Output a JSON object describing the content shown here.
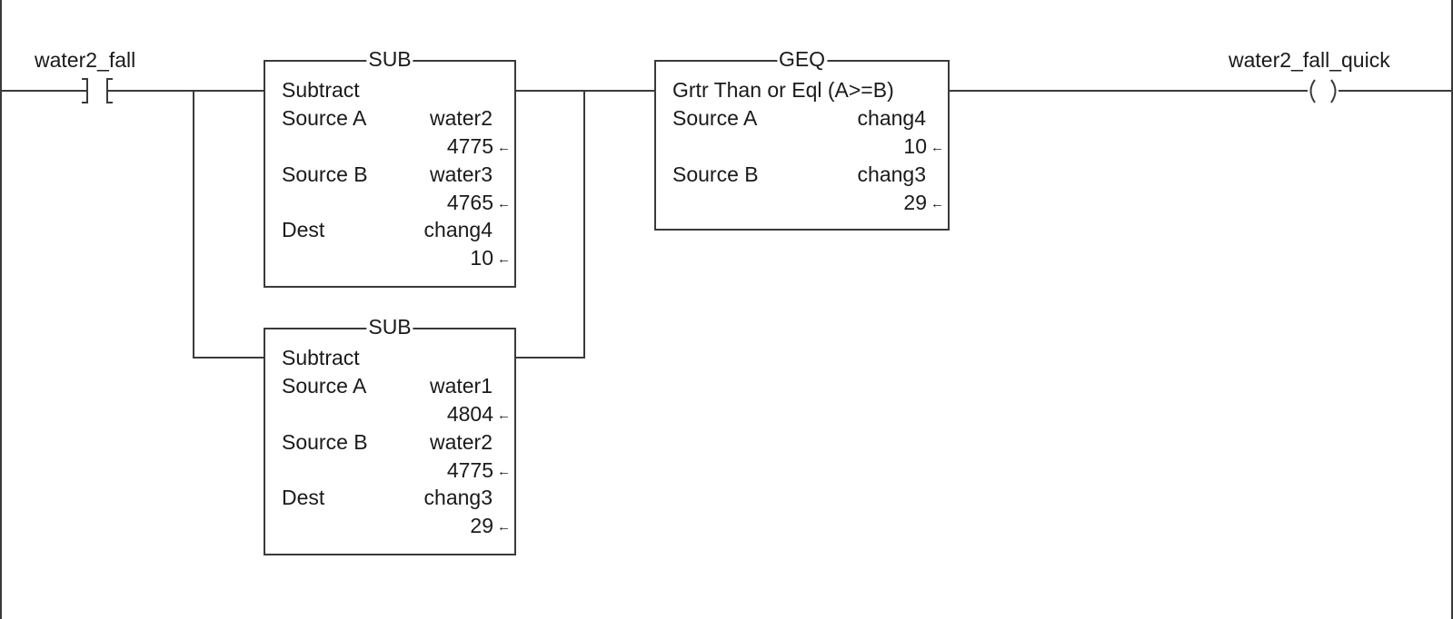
{
  "contact": {
    "tag": "water2_fall"
  },
  "coil": {
    "tag": "water2_fall_quick"
  },
  "sub1": {
    "title": "SUB",
    "description": "Subtract",
    "source_a_label": "Source A",
    "source_a_tag": "water2",
    "source_a_value": "4775",
    "source_b_label": "Source B",
    "source_b_tag": "water3",
    "source_b_value": "4765",
    "dest_label": "Dest",
    "dest_tag": "chang4",
    "dest_value": "10"
  },
  "sub2": {
    "title": "SUB",
    "description": "Subtract",
    "source_a_label": "Source A",
    "source_a_tag": "water1",
    "source_a_value": "4804",
    "source_b_label": "Source B",
    "source_b_tag": "water2",
    "source_b_value": "4775",
    "dest_label": "Dest",
    "dest_tag": "chang3",
    "dest_value": "29"
  },
  "geq": {
    "title": "GEQ",
    "description": "Grtr Than or Eql (A>=B)",
    "source_a_label": "Source A",
    "source_a_tag": "chang4",
    "source_a_value": "10",
    "source_b_label": "Source B",
    "source_b_tag": "chang3",
    "source_b_value": "29"
  },
  "icons": {
    "arrow": "←"
  }
}
